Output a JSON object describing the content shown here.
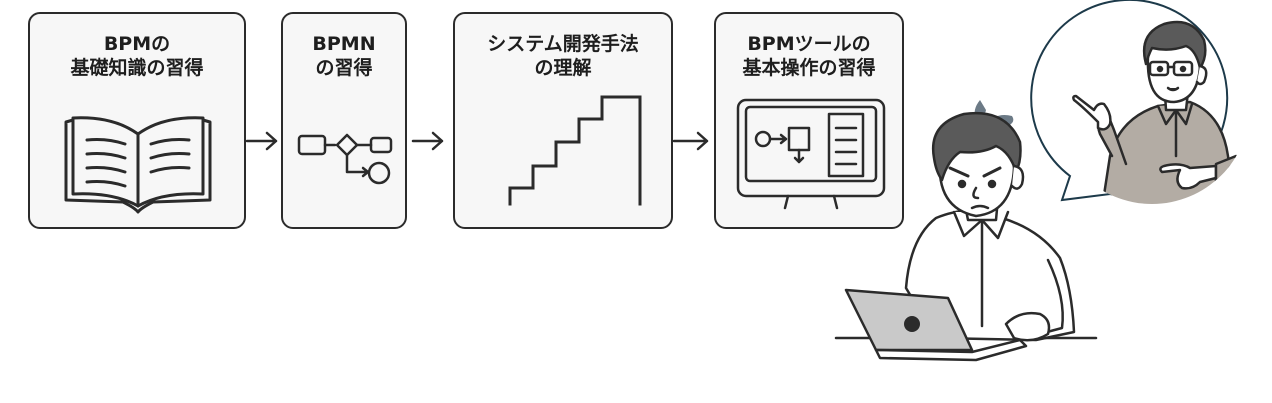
{
  "steps": [
    {
      "line1": "BPMの",
      "line2": "基礎知識の習得",
      "icon": "open-book-icon"
    },
    {
      "line1": "BPMN",
      "line2": "の習得",
      "icon": "bpmn-flow-icon"
    },
    {
      "line1": "システム開発手法",
      "line2": "の理解",
      "icon": "staircase-icon"
    },
    {
      "line1": "BPMツールの",
      "line2": "基本操作の習得",
      "icon": "monitor-diagram-icon"
    }
  ],
  "illustration": {
    "learner": "frustrated-man-at-laptop",
    "mentor": "mentor-in-speech-bubble"
  },
  "colors": {
    "stroke": "#2b2b2b",
    "box_fill": "#f7f7f7",
    "hair": "#5a5a5a",
    "laptop": "#c9c9c9",
    "sweater": "#b3aca4",
    "sweat": "#6c7a86",
    "bubble_stroke": "#1d3a4a"
  }
}
